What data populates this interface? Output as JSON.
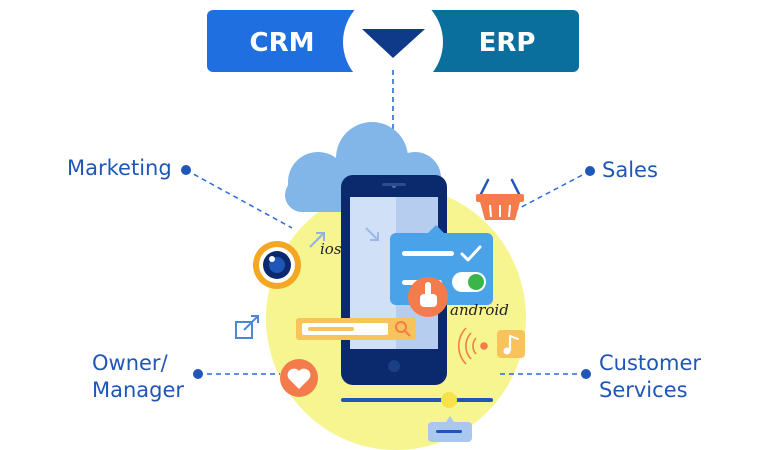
{
  "toggle": {
    "left_label": "CRM",
    "right_label": "ERP",
    "left_color": "#1f6fe0",
    "right_color": "#0a6f9c"
  },
  "nodes": {
    "marketing": "Marketing",
    "sales": "Sales",
    "owner_line1": "Owner/",
    "owner_line2": "Manager",
    "customer_line1": "Customer",
    "customer_line2": "Services"
  },
  "phone": {
    "ios_label": "ios",
    "android_label": "android"
  },
  "colors": {
    "accent_blue": "#1f56b8",
    "blob_yellow": "#f6f58f",
    "orange": "#f47c4c",
    "cloud": "#82b6e8"
  },
  "icons": [
    "cloud-icon",
    "camera-lens-icon",
    "shopping-basket-icon",
    "pointer-hand-icon",
    "checkmark-icon",
    "toggle-switch-icon",
    "search-icon",
    "heart-icon",
    "music-note-icon",
    "sound-waves-icon",
    "external-link-icon",
    "arrow-diagonal-icon"
  ]
}
